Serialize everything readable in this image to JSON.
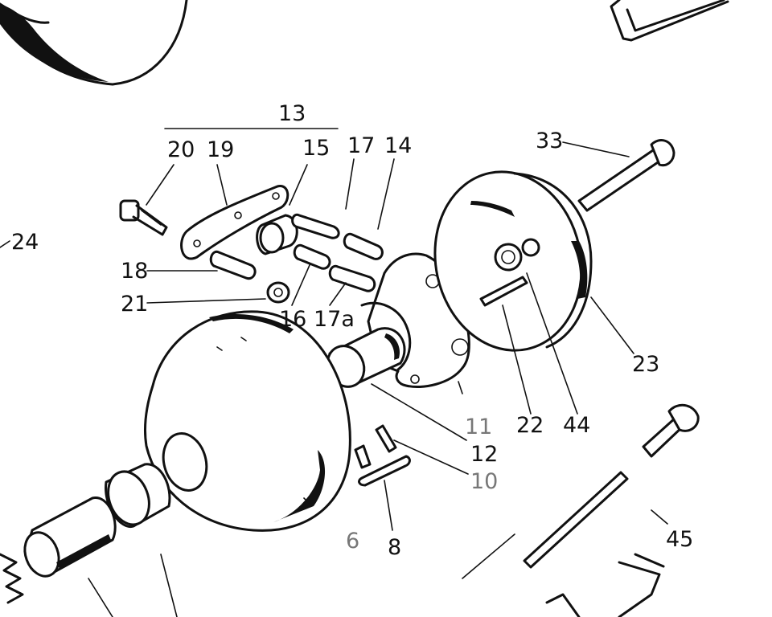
{
  "diagram": {
    "labels": [
      {
        "key": "13",
        "text": "13"
      },
      {
        "key": "20",
        "text": "20"
      },
      {
        "key": "19",
        "text": "19"
      },
      {
        "key": "15",
        "text": "15"
      },
      {
        "key": "17",
        "text": "17"
      },
      {
        "key": "14",
        "text": "14"
      },
      {
        "key": "33",
        "text": "33"
      },
      {
        "key": "24",
        "text": "24"
      },
      {
        "key": "18",
        "text": "18"
      },
      {
        "key": "21",
        "text": "21"
      },
      {
        "key": "16",
        "text": "16"
      },
      {
        "key": "17a",
        "text": "17a"
      },
      {
        "key": "23",
        "text": "23"
      },
      {
        "key": "11",
        "text": "11"
      },
      {
        "key": "22",
        "text": "22"
      },
      {
        "key": "44",
        "text": "44"
      },
      {
        "key": "12",
        "text": "12"
      },
      {
        "key": "10",
        "text": "10"
      },
      {
        "key": "45",
        "text": "45"
      },
      {
        "key": "6",
        "text": "6"
      },
      {
        "key": "8",
        "text": "8"
      }
    ]
  }
}
